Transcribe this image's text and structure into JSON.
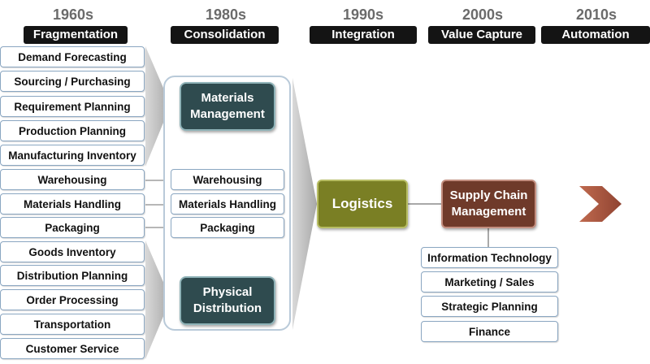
{
  "eras": [
    {
      "year": "1960s",
      "label": "Fragmentation"
    },
    {
      "year": "1980s",
      "label": "Consolidation"
    },
    {
      "year": "1990s",
      "label": "Integration"
    },
    {
      "year": "2000s",
      "label": "Value Capture"
    },
    {
      "year": "2010s",
      "label": "Automation"
    }
  ],
  "fragmentation_items": [
    "Demand Forecasting",
    "Sourcing / Purchasing",
    "Requirement Planning",
    "Production Planning",
    "Manufacturing Inventory",
    "Warehousing",
    "Materials Handling",
    "Packaging",
    "Goods Inventory",
    "Distribution Planning",
    "Order Processing",
    "Transportation",
    "Customer Service"
  ],
  "consolidation": {
    "materials_management": "Materials Management",
    "physical_distribution": "Physical Distribution",
    "items": [
      "Warehousing",
      "Materials Handling",
      "Packaging"
    ]
  },
  "integration": {
    "label": "Logistics"
  },
  "value_capture": {
    "label": "Supply Chain Management",
    "items": [
      "Information Technology",
      "Marketing / Sales",
      "Strategic Planning",
      "Finance"
    ]
  },
  "colors": {
    "header_bg": "#141414",
    "year_text": "#6b6b6b",
    "dark_box": "#2f4b4f",
    "logistics": "#7a7f24",
    "scm": "#6f3a2a",
    "chevron": "#a9563f",
    "box_border": "#8aa6c1"
  }
}
